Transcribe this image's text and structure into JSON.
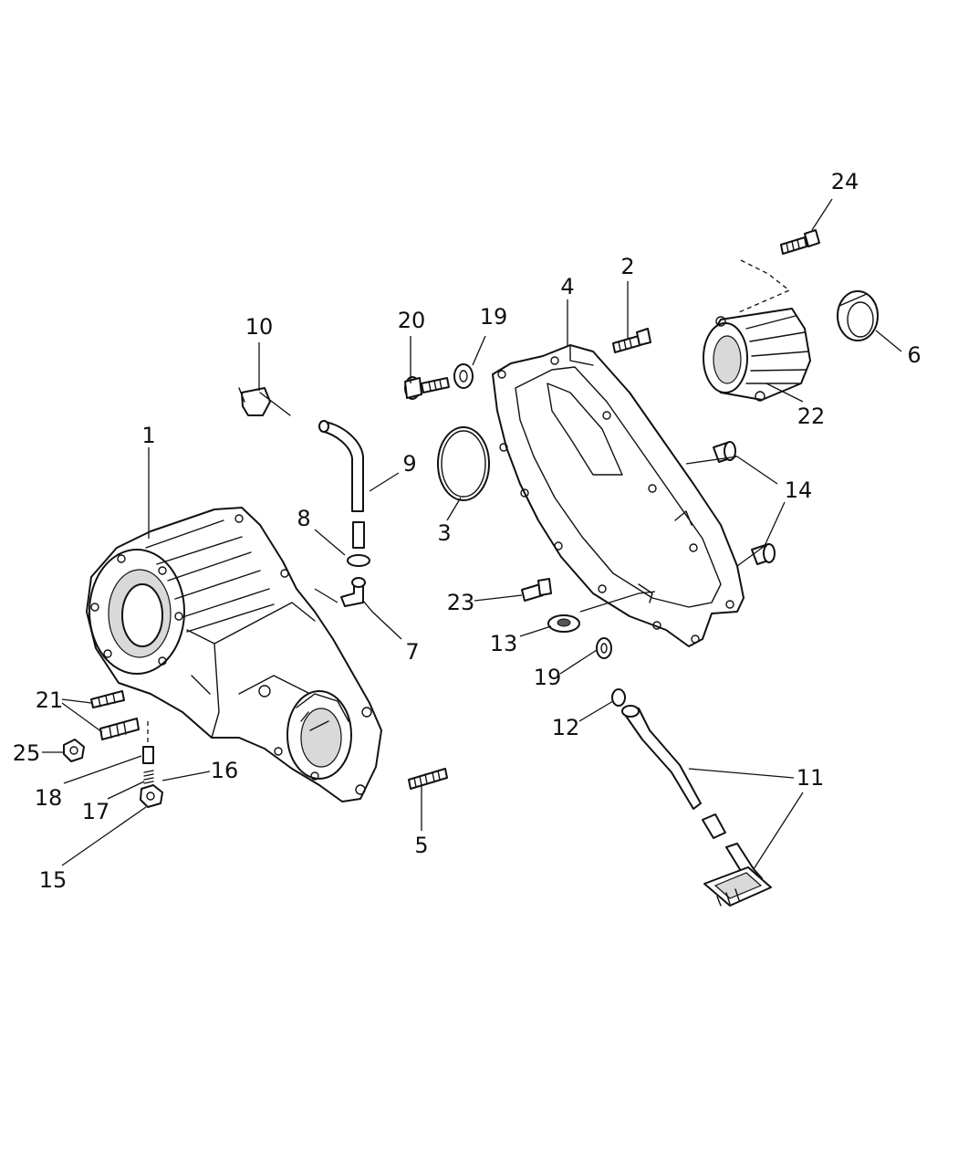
{
  "diagram": {
    "callouts": [
      {
        "id": "c1",
        "text": "1",
        "part": "transfer-case-front-half"
      },
      {
        "id": "c2",
        "text": "2",
        "part": "bolt"
      },
      {
        "id": "c3",
        "text": "3",
        "part": "o-ring"
      },
      {
        "id": "c4",
        "text": "4",
        "part": "transfer-case-rear-half"
      },
      {
        "id": "c5",
        "text": "5",
        "part": "stud"
      },
      {
        "id": "c6",
        "text": "6",
        "part": "seal"
      },
      {
        "id": "c7",
        "text": "7",
        "part": "vent-fitting"
      },
      {
        "id": "c8",
        "text": "8",
        "part": "clamp-ring"
      },
      {
        "id": "c9",
        "text": "9",
        "part": "vent-hose"
      },
      {
        "id": "c10",
        "text": "10",
        "part": "shift-lever-clip"
      },
      {
        "id": "c11",
        "text": "11",
        "part": "oil-pump-pickup-tube"
      },
      {
        "id": "c12",
        "text": "12",
        "part": "o-ring-small"
      },
      {
        "id": "c13",
        "text": "13",
        "part": "seal-washer"
      },
      {
        "id": "c14",
        "text": "14",
        "part": "plug"
      },
      {
        "id": "c15",
        "text": "15",
        "part": "plug-lower"
      },
      {
        "id": "c16",
        "text": "16",
        "part": "spring"
      },
      {
        "id": "c17",
        "text": "17",
        "part": "spring-seat"
      },
      {
        "id": "c18",
        "text": "18",
        "part": "detent-pin"
      },
      {
        "id": "c19a",
        "text": "19",
        "part": "washer-upper"
      },
      {
        "id": "c19b",
        "text": "19",
        "part": "washer-lower"
      },
      {
        "id": "c20",
        "text": "20",
        "part": "bolt-flange"
      },
      {
        "id": "c21",
        "text": "21",
        "part": "studs"
      },
      {
        "id": "c22",
        "text": "22",
        "part": "extension-housing"
      },
      {
        "id": "c23",
        "text": "23",
        "part": "bolt-short"
      },
      {
        "id": "c24",
        "text": "24",
        "part": "bolt-extension"
      },
      {
        "id": "c25",
        "text": "25",
        "part": "nut"
      }
    ]
  }
}
